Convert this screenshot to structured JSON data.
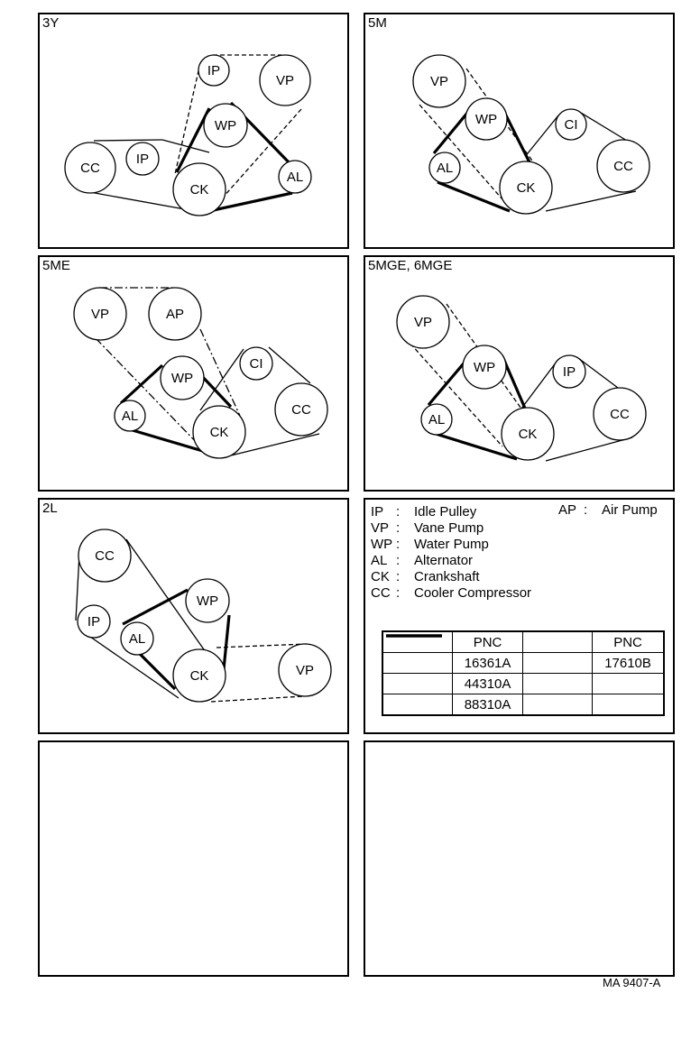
{
  "panels": {
    "p3y": {
      "title": "3Y",
      "labels": {
        "cc": "CC",
        "ip1": "IP",
        "ip2": "IP",
        "vp": "VP",
        "wp": "WP",
        "ck": "CK",
        "al": "AL"
      }
    },
    "p5m": {
      "title": "5M",
      "labels": {
        "vp": "VP",
        "wp": "WP",
        "al": "AL",
        "ck": "CK",
        "ci": "CI",
        "cc": "CC"
      }
    },
    "p5me": {
      "title": "5ME",
      "labels": {
        "vp": "VP",
        "ap": "AP",
        "wp": "WP",
        "al": "AL",
        "ck": "CK",
        "ci": "CI",
        "cc": "CC"
      }
    },
    "p5mge": {
      "title": "5MGE, 6MGE",
      "labels": {
        "vp": "VP",
        "wp": "WP",
        "al": "AL",
        "ck": "CK",
        "ip": "IP",
        "cc": "CC"
      }
    },
    "p2l": {
      "title": "2L",
      "labels": {
        "cc": "CC",
        "ip": "IP",
        "al": "AL",
        "wp": "WP",
        "ck": "CK",
        "vp": "VP"
      }
    }
  },
  "legend": {
    "items": [
      {
        "abbr": "IP",
        "colon": ":",
        "name": "Idle Pulley"
      },
      {
        "abbr": "VP",
        "colon": ":",
        "name": "Vane Pump"
      },
      {
        "abbr": "WP",
        "colon": ":",
        "name": "Water Pump"
      },
      {
        "abbr": "AL",
        "colon": ":",
        "name": "Alternator"
      },
      {
        "abbr": "CK",
        "colon": ":",
        "name": "Crankshaft"
      },
      {
        "abbr": "CC",
        "colon": ":",
        "name": "Cooler Compressor"
      }
    ],
    "extra": {
      "abbr": "AP",
      "colon": ":",
      "name": "Air Pump"
    },
    "table": {
      "header_left": "PNC",
      "header_right": "PNC",
      "rows": [
        {
          "style": "thick",
          "pnc": "16361A"
        },
        {
          "style": "dashed",
          "pnc": "44310A"
        },
        {
          "style": "thin",
          "pnc": "88310A"
        }
      ],
      "right_row": {
        "style": "dashdot",
        "pnc": "17610B"
      }
    }
  },
  "footer": "MA  9407-A"
}
